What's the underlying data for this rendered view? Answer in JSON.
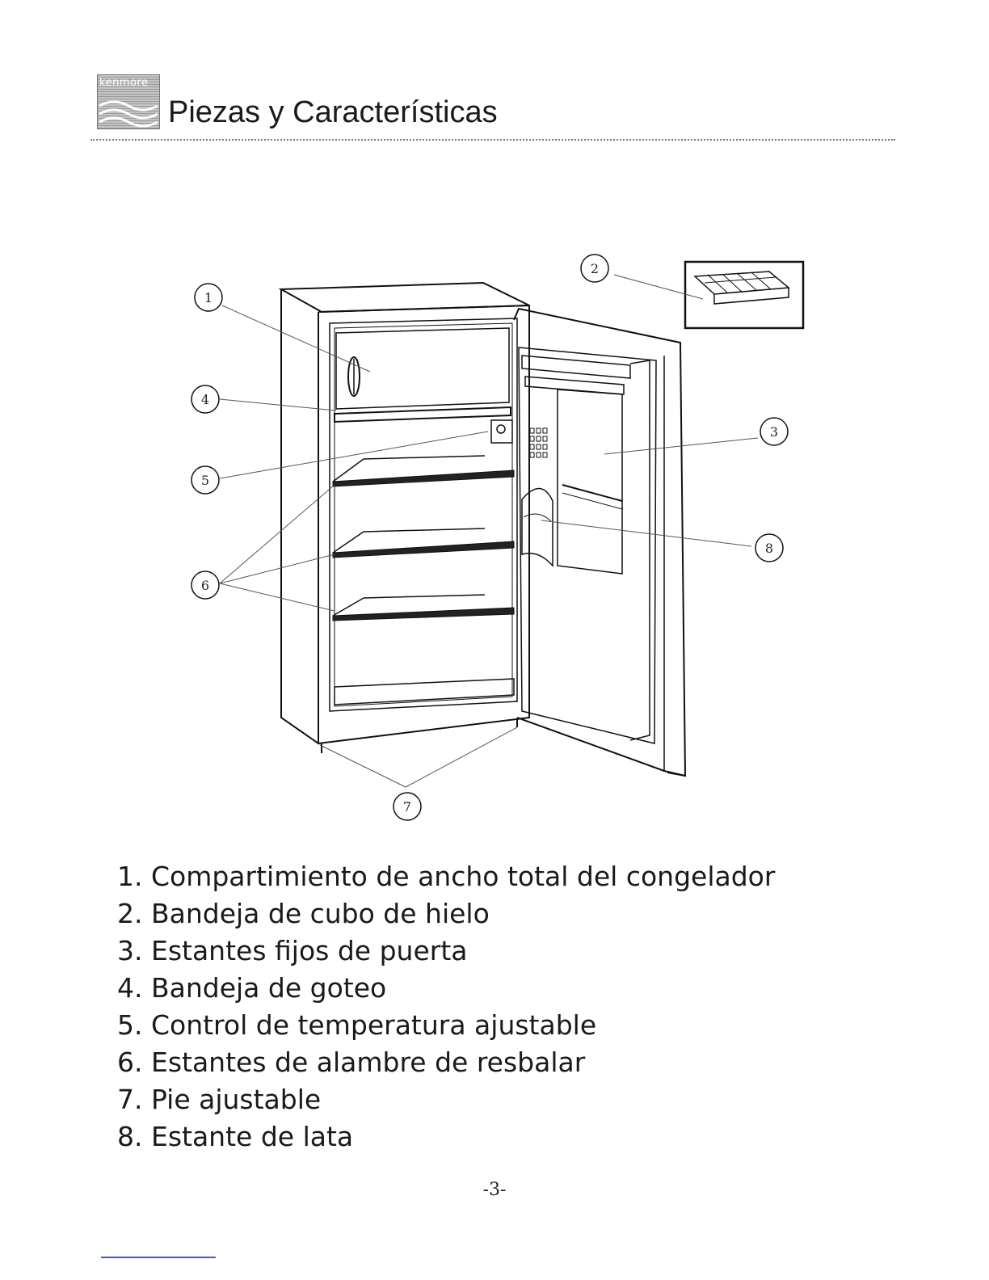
{
  "header": {
    "logo_text": "kenmore",
    "title": "Piezas y Características"
  },
  "diagram": {
    "callouts": [
      "1",
      "2",
      "3",
      "4",
      "5",
      "6",
      "7",
      "8"
    ]
  },
  "parts": [
    "1. Compartimiento de ancho total del congelador",
    "2.  Bandeja de cubo de hielo",
    "3. Estantes fijos de puerta",
    "4. Bandeja de goteo",
    "5. Control de temperatura ajustable",
    "6. Estantes de alambre de resbalar",
    "7. Pie ajustable",
    "8. Estante de lata"
  ],
  "footer": {
    "page_number": "-3-"
  }
}
